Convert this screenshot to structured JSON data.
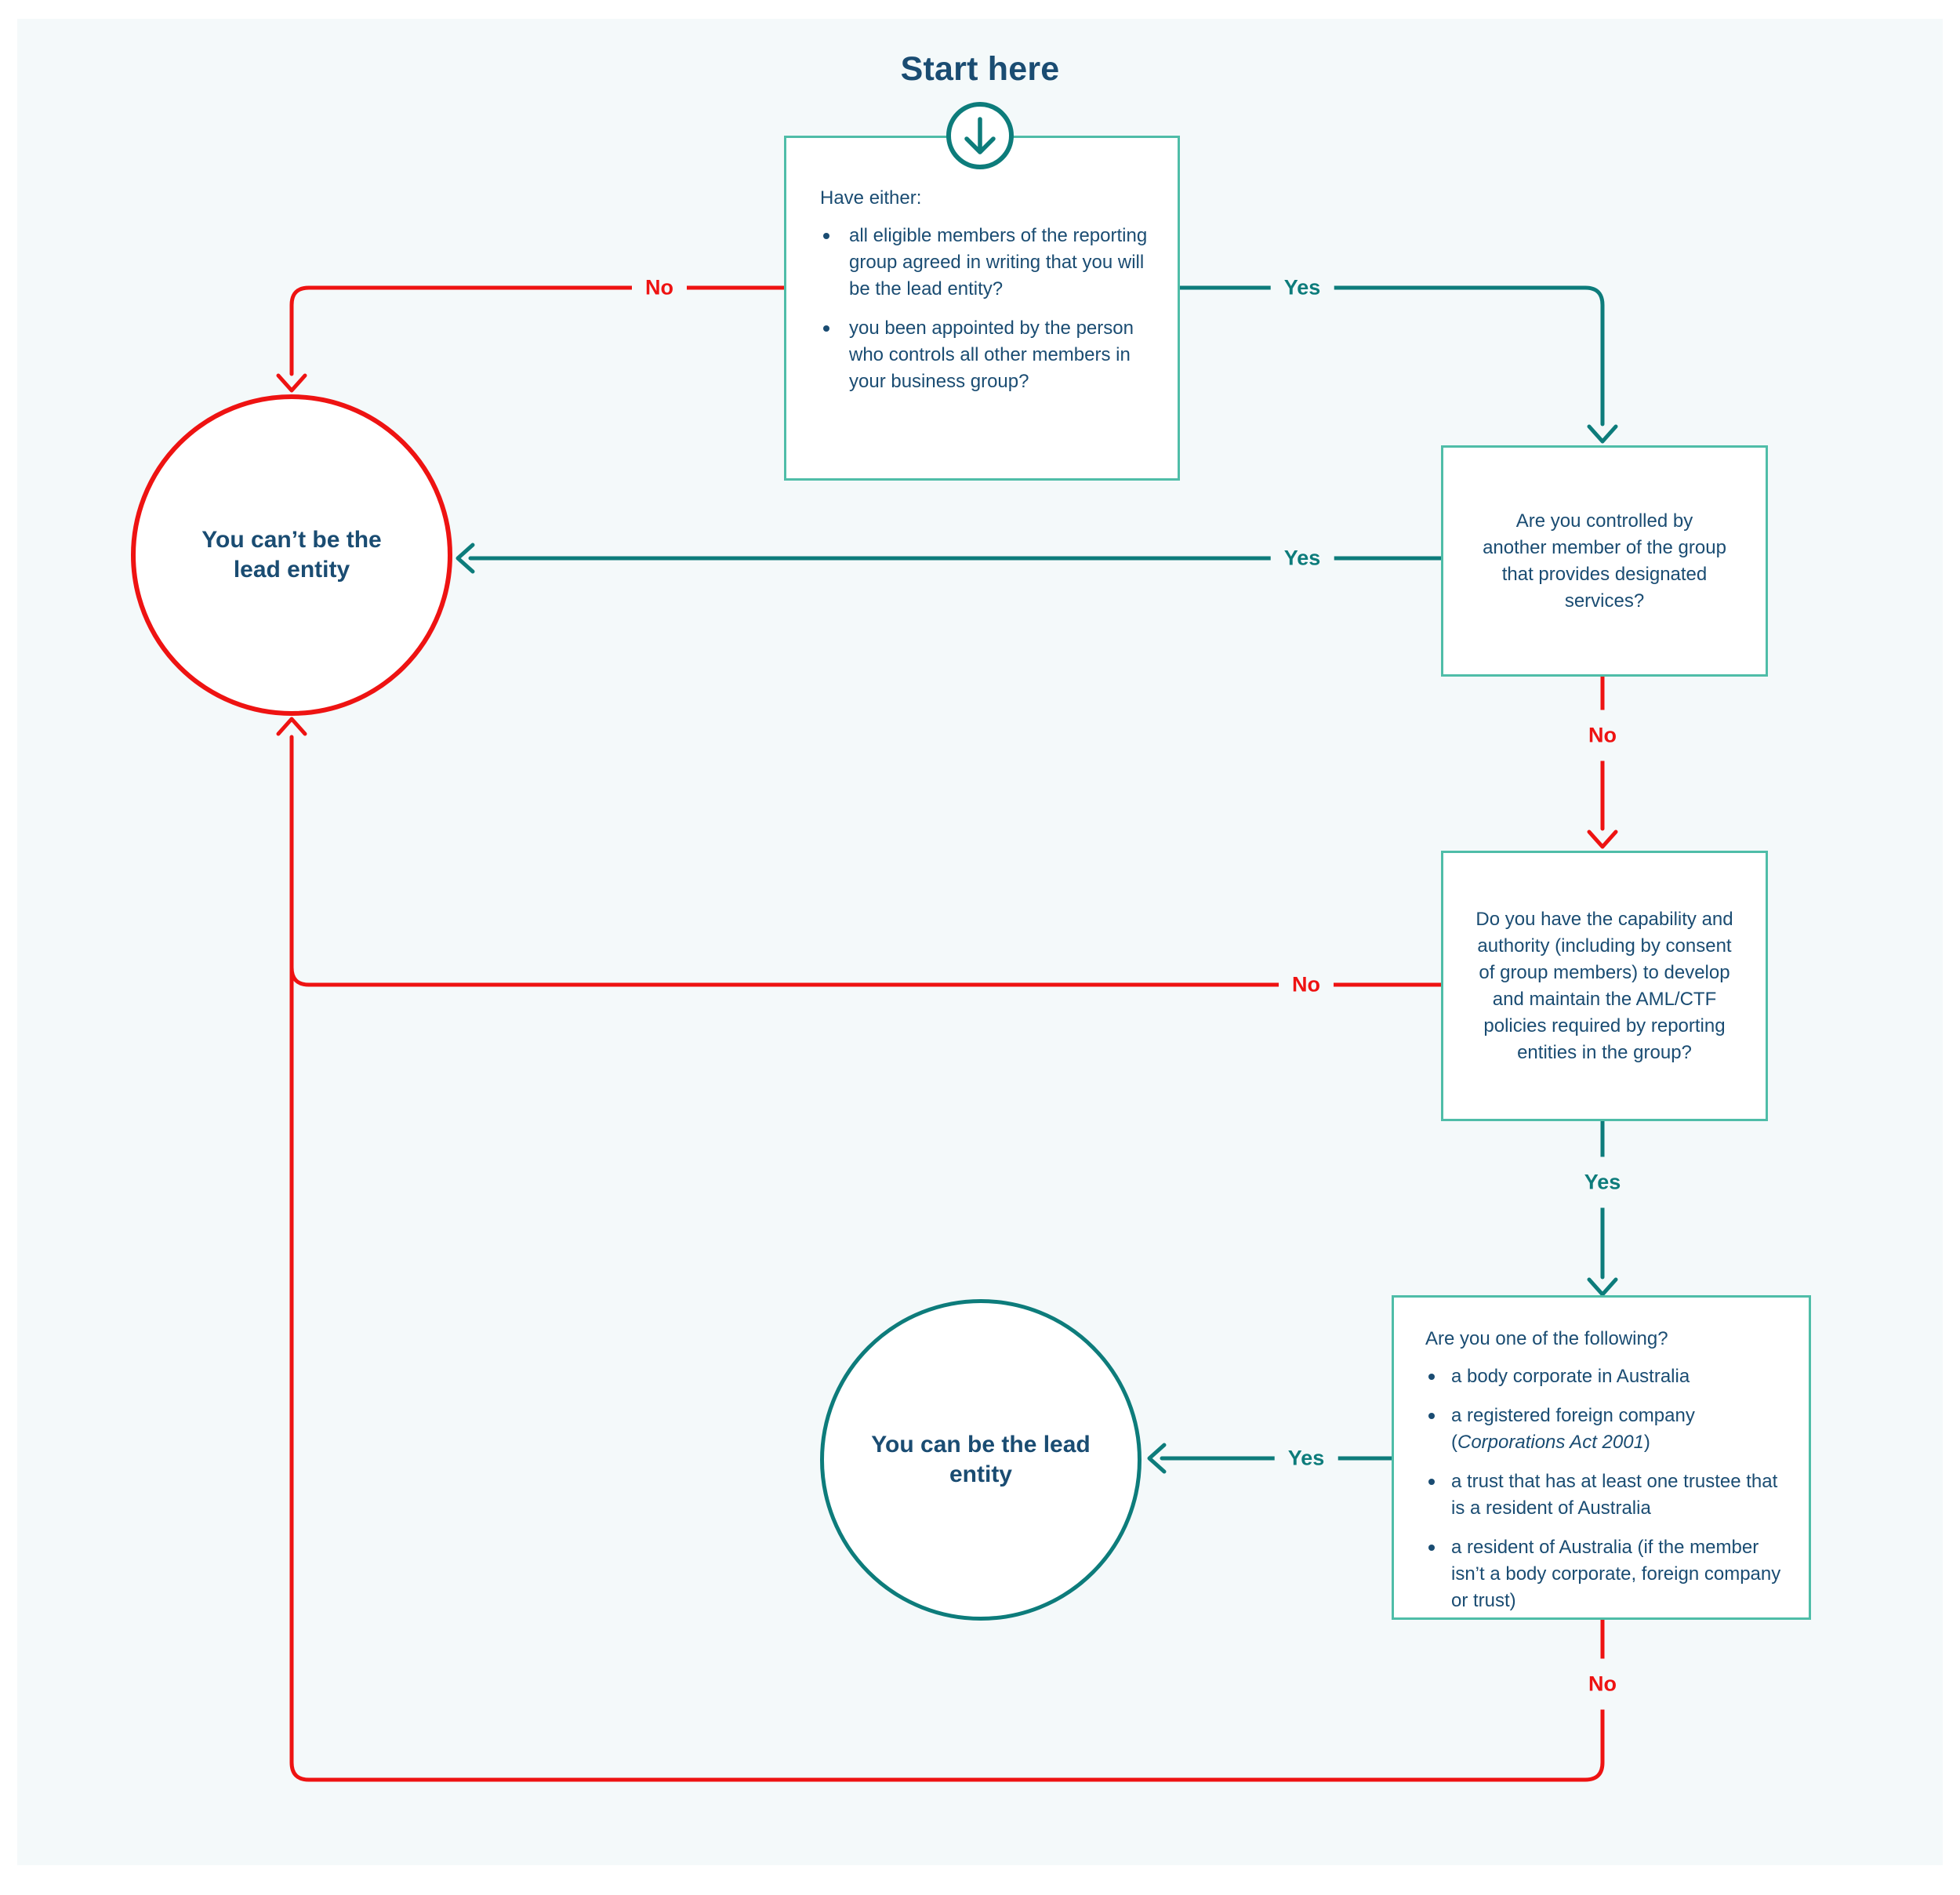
{
  "title": "Start here",
  "questions": {
    "q1": {
      "intro": "Have either:",
      "bullets": [
        "all eligible members of the reporting group agreed in writing that you will be the lead entity?",
        "you been appointed by the person who controls all other members in your business group?"
      ]
    },
    "q2": {
      "text": "Are you controlled by another member of the group that provides designated services?"
    },
    "q3": {
      "text": "Do you have the capability and authority (including by consent of group members) to develop and maintain the AML/CTF policies required by reporting entities in the group?"
    },
    "q4": {
      "intro": "Are you one of the following?",
      "bullets": [
        "a body corporate in Australia",
        {
          "pre": "a registered foreign company (",
          "italic": "Corporations Act 2001",
          "post": ")"
        },
        "a trust that has at least one trustee that is a resident of Australia",
        "a resident of Australia (if the member isn’t a body corporate, foreign company or trust)"
      ]
    }
  },
  "outcomes": {
    "cant": "You can’t be the lead entity",
    "can": "You can be the lead entity"
  },
  "edge_labels": {
    "q1_no": "No",
    "q1_yes": "Yes",
    "q2_yes": "Yes",
    "q2_no": "No",
    "q3_no": "No",
    "q3_yes": "Yes",
    "q4_yes": "Yes",
    "q4_no": "No"
  },
  "colors": {
    "red": "#ee1312",
    "teal": "#0d7c7b",
    "border": "#4fbda8",
    "navy": "#1a4c72",
    "panel": "#f4f9fa"
  }
}
